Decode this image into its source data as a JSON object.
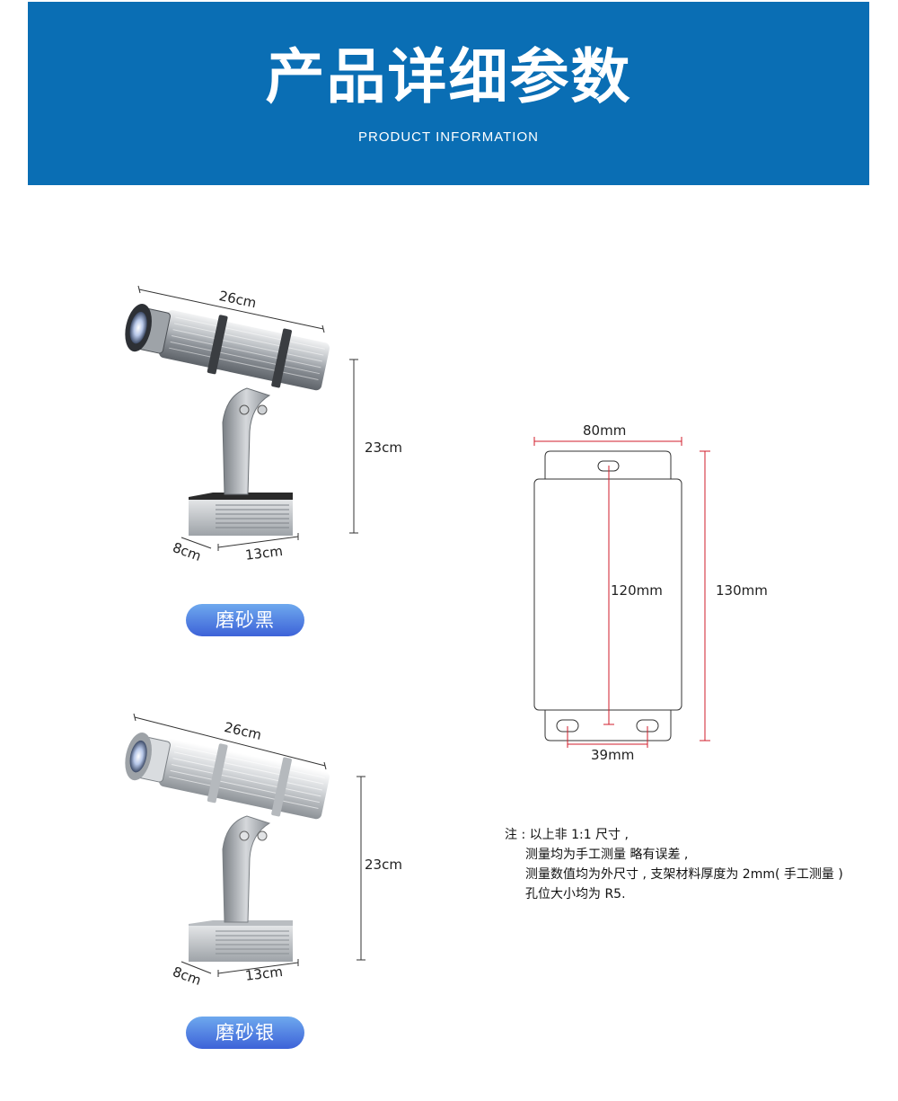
{
  "header": {
    "title": "产品详细参数",
    "subtitle": "PRODUCT INFORMATION"
  },
  "products": [
    {
      "length": "26cm",
      "height": "23cm",
      "depth": "8cm",
      "width": "13cm",
      "finish": "磨砂黑"
    },
    {
      "length": "26cm",
      "height": "23cm",
      "depth": "8cm",
      "width": "13cm",
      "finish": "磨砂银"
    }
  ],
  "bracket": {
    "width": "80mm",
    "inner_height": "120mm",
    "outer_height": "130mm",
    "hole_spacing": "39mm"
  },
  "note": {
    "lines": [
      "注 : 以上非 1:1 尺寸 ,",
      "测量均为手工测量 略有误差 ,",
      "测量数值均为外尺寸 , 支架材料厚度为 2mm( 手工测量 )",
      "孔位大小均为 R5."
    ]
  },
  "colors": {
    "banner": "#0a6eb4",
    "pill_top": "#6ea9ee",
    "pill_bottom": "#3d62d8",
    "dimension_line_red": "#d21e2b"
  }
}
